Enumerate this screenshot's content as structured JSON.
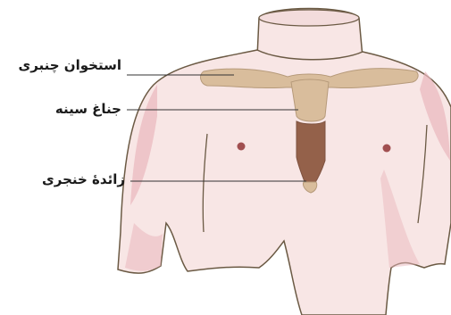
{
  "labels": {
    "clavicle": "استخوان چنبری",
    "sternum": "جناغ سینه",
    "xiphoid": "زائدهٔ خنجری"
  },
  "colors": {
    "skin": "#f8e6e5",
    "skin_shade": "#e9b7be",
    "outline": "#6b5a44",
    "bone": "#d9bd9c",
    "bone_dark": "#94614a",
    "nipple": "#a14f50",
    "leader": "#333333"
  }
}
